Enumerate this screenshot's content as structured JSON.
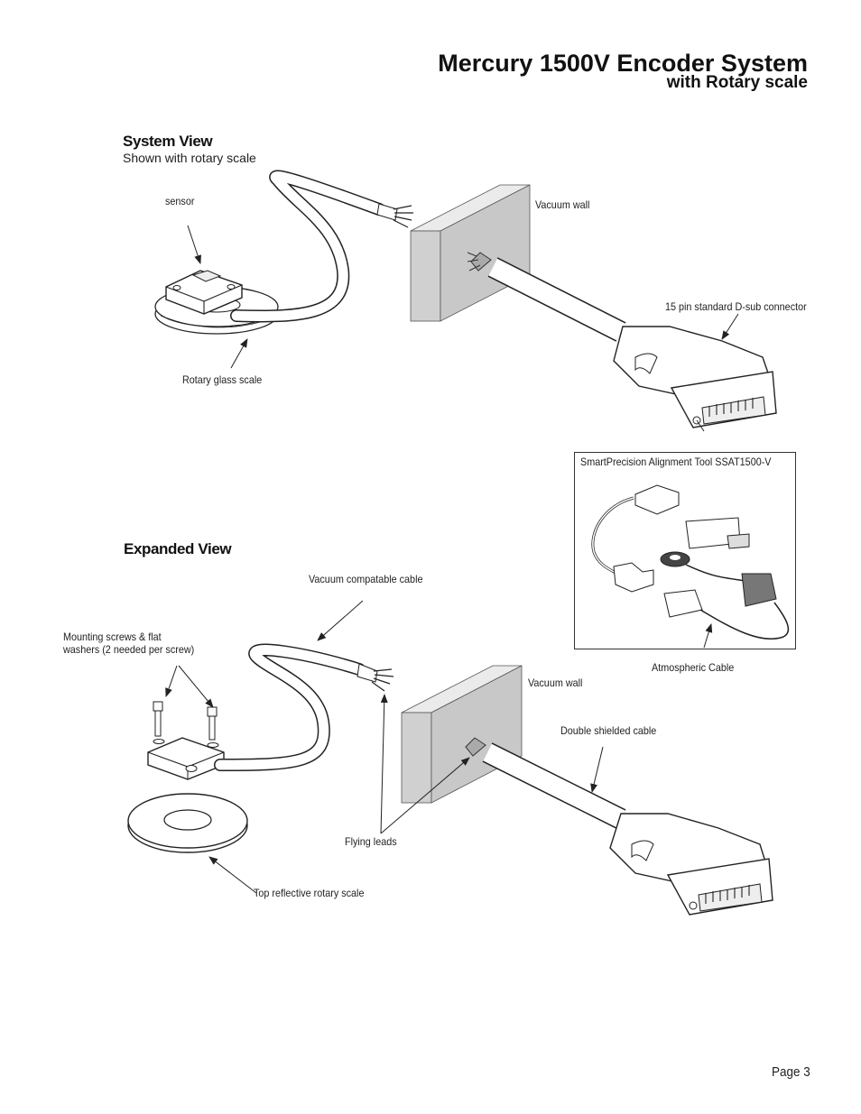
{
  "header": {
    "title": "Mercury 1500V Encoder System",
    "subtitle": "with Rotary scale"
  },
  "system_view": {
    "heading": "System View",
    "caption": "Shown with rotary scale",
    "labels": {
      "sensor": "sensor",
      "vacuum_wall": "Vacuum wall",
      "dsub": "15 pin standard D-sub connector",
      "rotary_glass": "Rotary glass scale"
    }
  },
  "inset": {
    "title": "SmartPrecision Alignment Tool SSAT1500-V",
    "atmospheric_cable": "Atmospheric Cable"
  },
  "expanded_view": {
    "heading": "Expanded View",
    "labels": {
      "vacuum_cable": "Vacuum compatable cable",
      "mounting_screws_line1": "Mounting screws & flat",
      "mounting_screws_line2": "washers (2 needed per screw)",
      "vacuum_wall": "Vacuum wall",
      "double_shielded": "Double shielded cable",
      "flying_leads": "Flying leads",
      "top_reflective": "Top reflective rotary scale"
    }
  },
  "footer": {
    "page": "Page 3"
  },
  "colors": {
    "wall_front": "#d9d9d9",
    "wall_side": "#c6c6c6",
    "wall_top": "#ebebeb",
    "line": "#222222"
  }
}
